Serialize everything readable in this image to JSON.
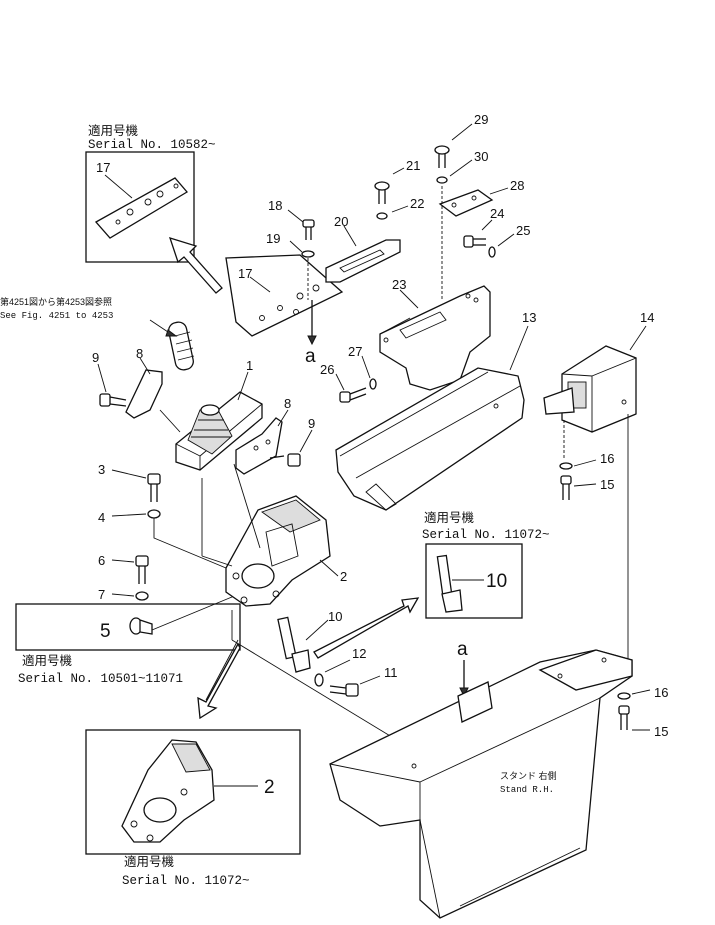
{
  "callouts": {
    "p1": "1",
    "p2": "2",
    "p3": "3",
    "p4": "4",
    "p5": "5",
    "p6": "6",
    "p7": "7",
    "p8": "8",
    "p9": "9",
    "p10": "10",
    "p11": "11",
    "p12": "12",
    "p13": "13",
    "p14": "14",
    "p15": "15",
    "p16": "16",
    "p17": "17",
    "p18": "18",
    "p19": "19",
    "p20": "20",
    "p21": "21",
    "p22": "22",
    "p23": "23",
    "p24": "24",
    "p25": "25",
    "p26": "26",
    "p27": "27",
    "p28": "28",
    "p29": "29",
    "p30": "30"
  },
  "ref_labels": {
    "a": "a"
  },
  "insets": {
    "top": {
      "caption_jp": "適用号機",
      "caption_serial": "Serial  No. 10582~"
    },
    "part5": {
      "caption_jp": "適用号機",
      "caption_serial": "Serial  No. 10501~11071"
    },
    "part10": {
      "caption_jp": "適用号機",
      "caption_serial": "Serial  No. 11072~"
    },
    "lower": {
      "caption_jp": "適用号機",
      "caption_serial": "Serial  No. 11072~"
    }
  },
  "reference_note": {
    "jp": "第4251図から第4253図参照",
    "en": "See Fig. 4251  to  4253"
  },
  "stand": {
    "label_jp": "スタンド 右側",
    "label_en": "Stand R.H."
  }
}
